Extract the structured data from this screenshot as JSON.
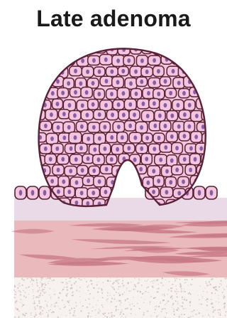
{
  "title": "Late adenoma",
  "colors": {
    "cell_fill": "#f2c6dc",
    "cell_stroke": "#5a2038",
    "nucleus": "#8c5ba8",
    "basement": "#ead9e6",
    "muscle_base": "#e9b9bc",
    "muscle_fiber": "#c77884",
    "submucosa": "#f7f1f0",
    "speckle": "#b8a4a6"
  },
  "icons": {
    "polyp": "adenoma-polyp-cell-cluster",
    "epithelium": "epithelial-cell-row",
    "muscle": "smooth-muscle-layer",
    "submucosa": "submucosa-speckle-layer"
  }
}
